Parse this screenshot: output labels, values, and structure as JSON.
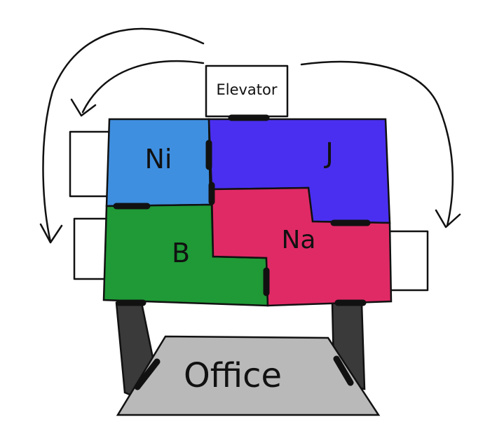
{
  "rooms": {
    "ni": {
      "label": "Ni",
      "color": "#3f8fe0"
    },
    "j": {
      "label": "J",
      "color": "#4a2ff0"
    },
    "b": {
      "label": "B",
      "color": "#1f9a36"
    },
    "na": {
      "label": "Na",
      "color": "#e02a66"
    }
  },
  "elevator": {
    "label": "Elevator"
  },
  "office": {
    "label": "Office",
    "color": "#b9b9b9"
  },
  "pillar_color": "#3a3a3a"
}
